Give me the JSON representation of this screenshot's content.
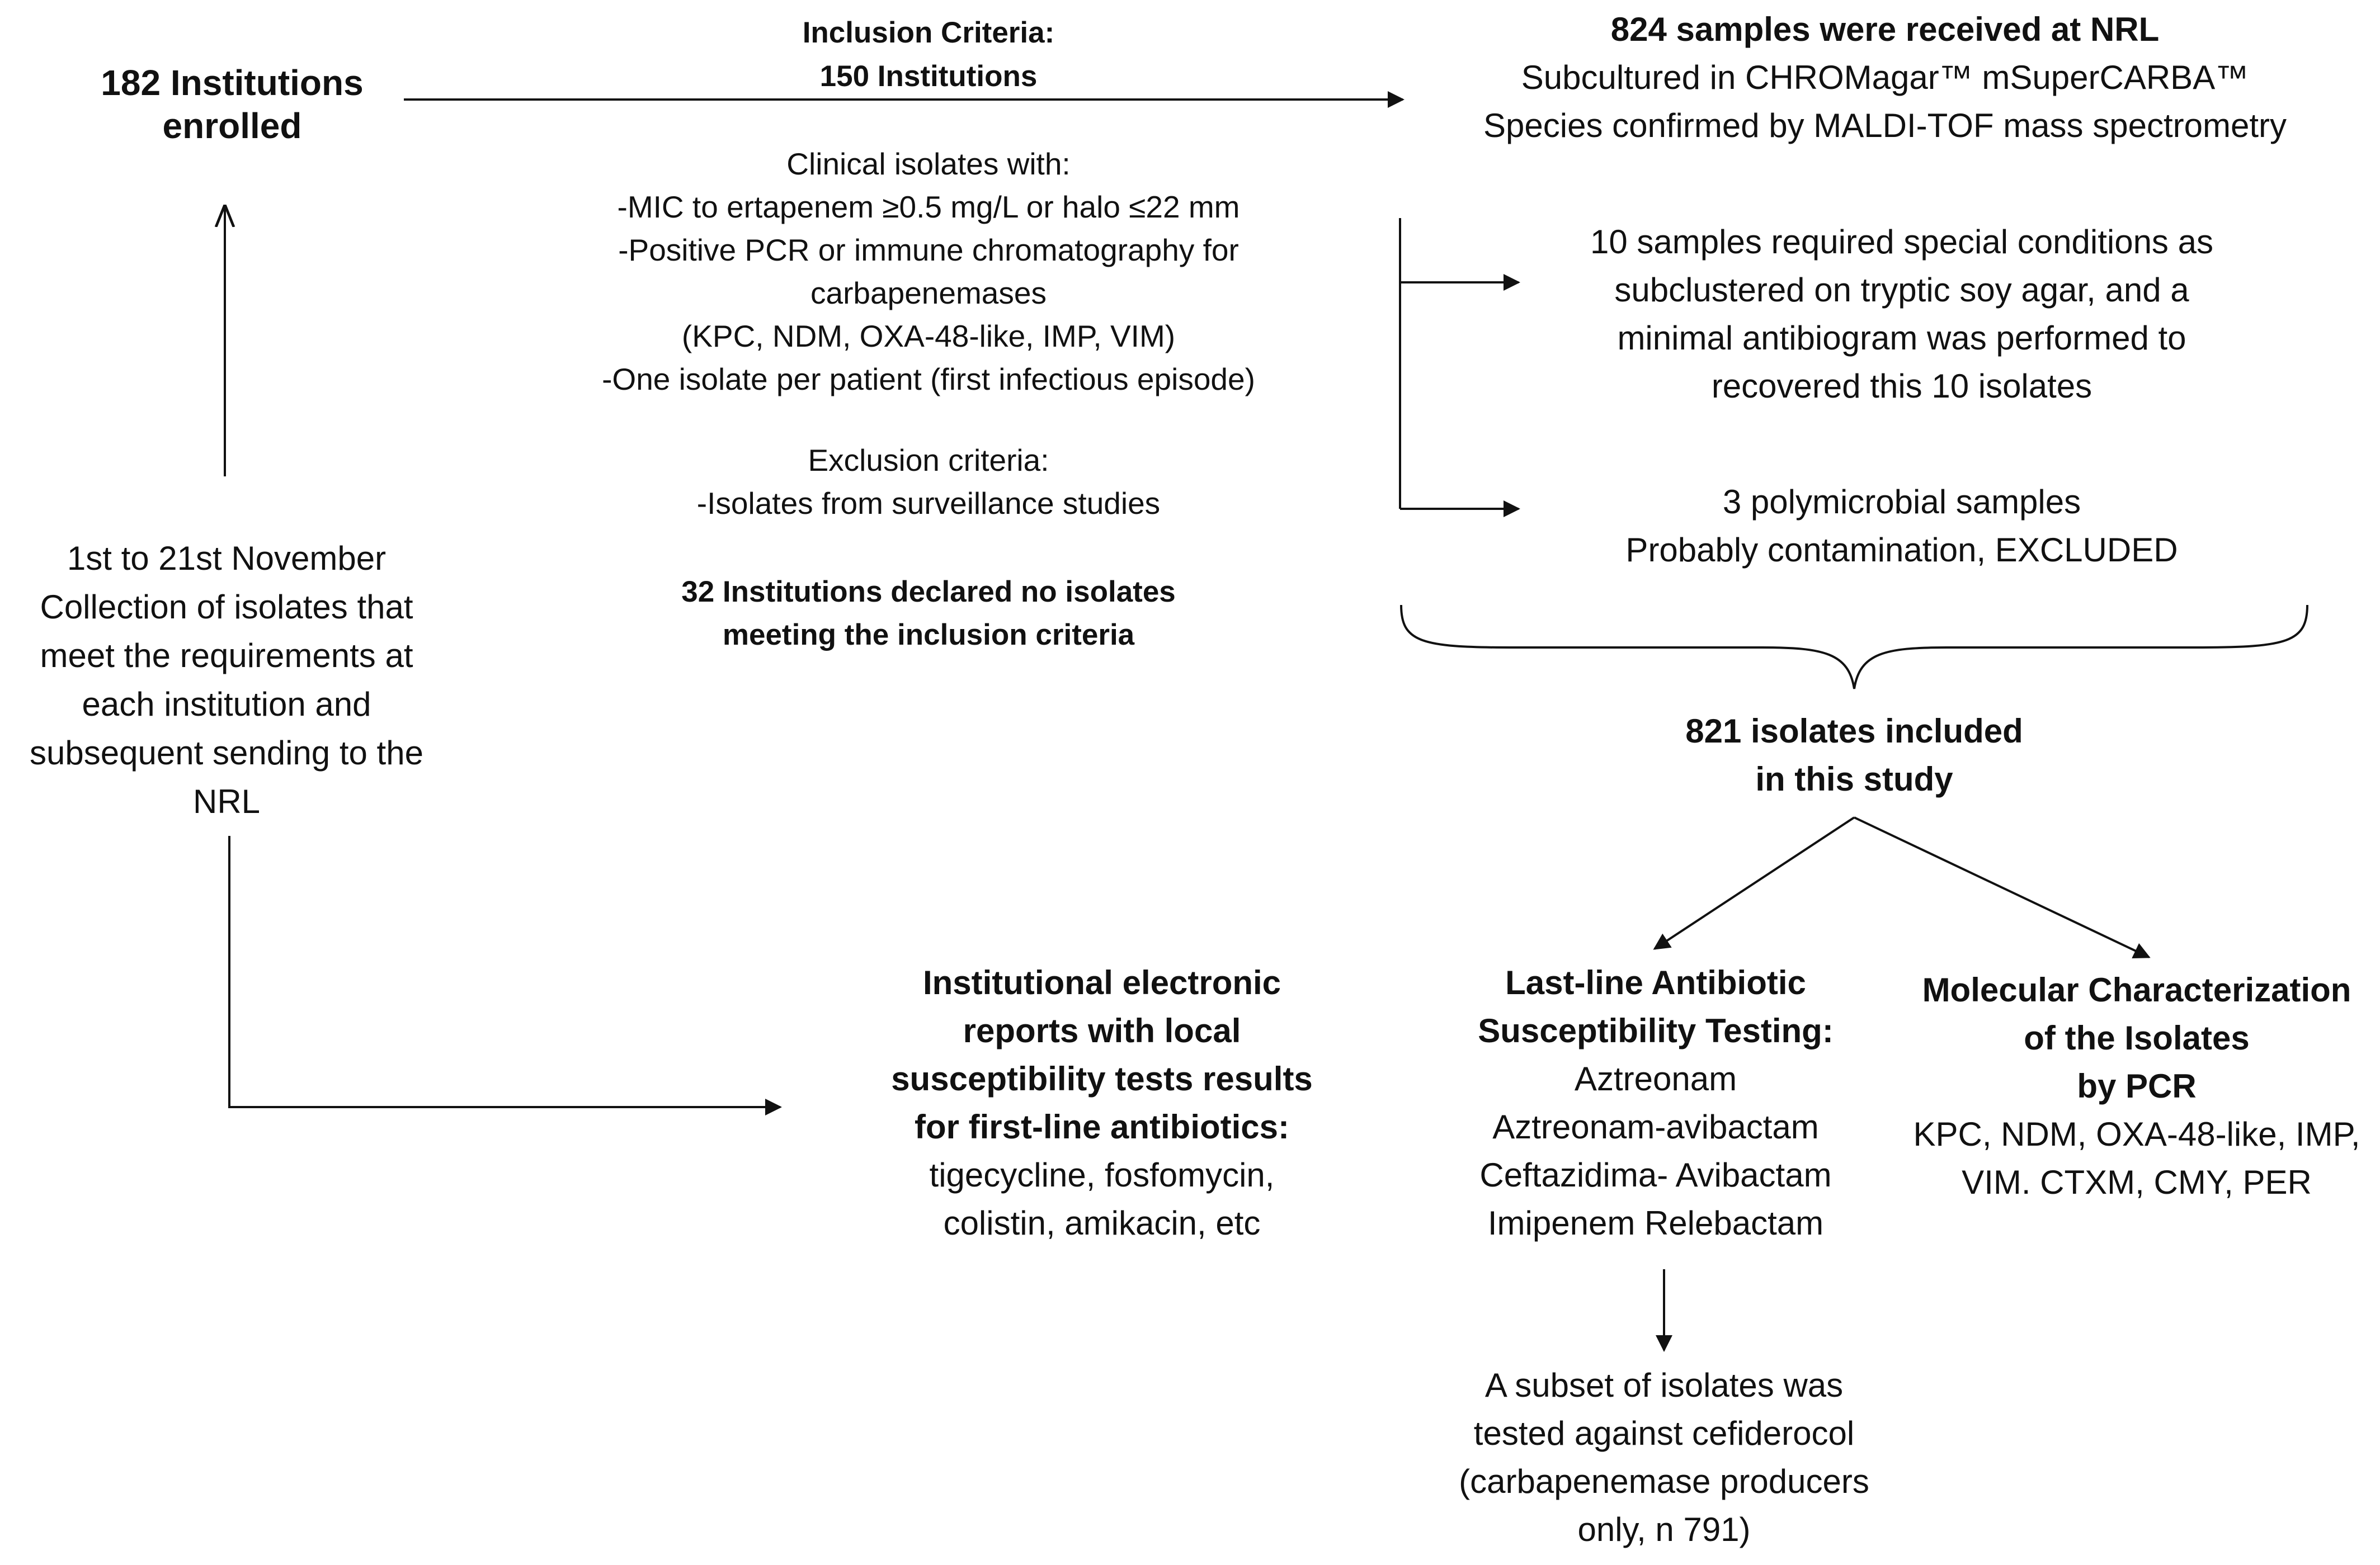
{
  "enrolled": {
    "lines": [
      "182 Institutions",
      "enrolled"
    ]
  },
  "collection": {
    "lines": [
      "1st to 21st November",
      "Collection of isolates that",
      "meet the requirements at",
      "each institution and",
      "subsequent sending to the",
      "NRL"
    ]
  },
  "inclusion": {
    "heading": [
      "Inclusion Criteria:",
      "150 Institutions"
    ],
    "body": [
      "Clinical isolates with:",
      "-MIC to ertapenem ≥0.5 mg/L or halo ≤22 mm",
      "-Positive PCR or immune chromatography for",
      "carbapenemases",
      "(KPC, NDM, OXA-48-like, IMP, VIM)",
      "-One isolate per patient (first infectious episode)"
    ],
    "exclusion": [
      "Exclusion criteria:",
      "-Isolates from surveillance studies"
    ],
    "declared": [
      "32 Institutions declared no isolates",
      "meeting the inclusion criteria"
    ]
  },
  "received": {
    "headline": "824 samples were received at NRL",
    "lines": [
      "Subcultured in CHROMagar™ mSuperCARBA™",
      "Species confirmed by MALDI-TOF mass spectrometry"
    ]
  },
  "special": {
    "lines": [
      "10 samples required special conditions as",
      "subclustered on tryptic soy agar, and a",
      "minimal antibiogram was performed to",
      "recovered this 10 isolates"
    ]
  },
  "polymicrobial": {
    "lines": [
      "3 polymicrobial samples",
      "Probably contamination, EXCLUDED"
    ]
  },
  "included": {
    "lines": [
      "821 isolates included",
      "in this study"
    ]
  },
  "institutional": {
    "heading": [
      "Institutional electronic",
      "reports with local",
      "susceptibility tests results",
      "for first-line antibiotics:"
    ],
    "lines": [
      "tigecycline, fosfomycin,",
      "colistin, amikacin, etc"
    ]
  },
  "lastline": {
    "heading": [
      "Last-line Antibiotic",
      "Susceptibility Testing:"
    ],
    "lines": [
      "Aztreonam",
      "Aztreonam-avibactam",
      "Ceftazidima- Avibactam",
      "Imipenem Relebactam"
    ]
  },
  "molecular": {
    "heading": [
      "Molecular Characterization",
      "of the Isolates",
      "by PCR"
    ],
    "lines": [
      "KPC, NDM, OXA-48-like, IMP,",
      "VIM. CTXM, CMY, PER"
    ]
  },
  "cefiderocol": {
    "lines": [
      "A subset of isolates was",
      "tested against cefiderocol",
      "(carbapenemase producers",
      "only, n 791)"
    ]
  },
  "colors": {
    "line": "#111111",
    "text": "#111111"
  }
}
